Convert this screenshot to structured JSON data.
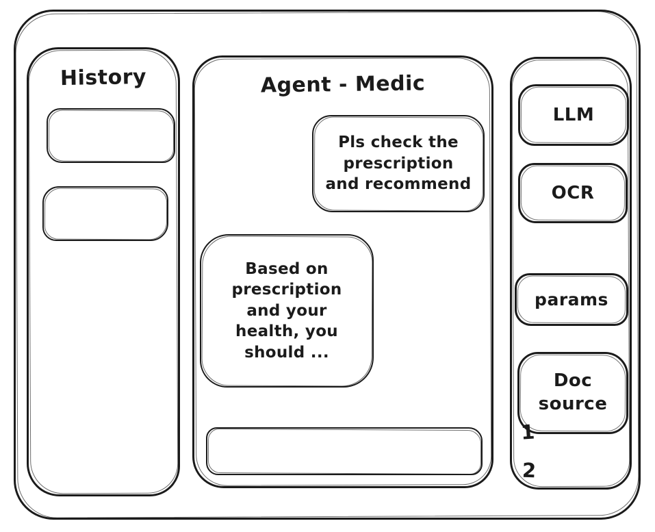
{
  "colors": {
    "ink": "#1b1b1b",
    "background": "#ffffff"
  },
  "window": {
    "history_panel": {
      "title": "History",
      "items": [
        {
          "label": ""
        },
        {
          "label": ""
        }
      ]
    },
    "chat_panel": {
      "title": "Agent - Medic",
      "messages": [
        {
          "role": "user",
          "text": "Pls check the prescription and recommend",
          "lines": [
            "Pls check the",
            "prescription",
            "and recommend"
          ]
        },
        {
          "role": "assistant",
          "text": "Based on prescription and your health, you should ...",
          "lines": [
            "Based on",
            "prescription",
            "and your",
            "health, you",
            "should ..."
          ]
        }
      ],
      "input": {
        "value": "",
        "placeholder": ""
      }
    },
    "tools_panel": {
      "buttons": [
        {
          "label": "LLM"
        },
        {
          "label": "OCR"
        },
        {
          "label": "params"
        },
        {
          "label": "Doc source"
        }
      ],
      "doc_source_items": [
        "1",
        "2"
      ]
    }
  }
}
